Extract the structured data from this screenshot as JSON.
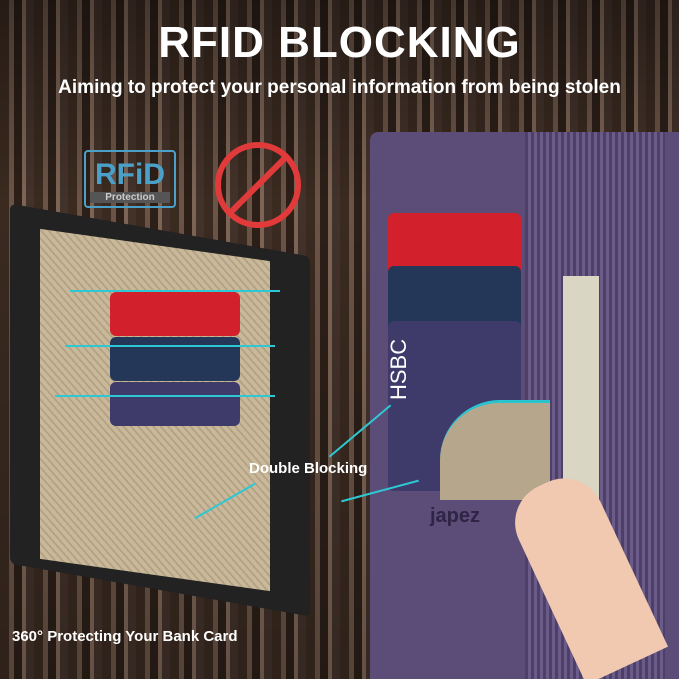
{
  "header": {
    "title": "RFID BLOCKING",
    "subtitle": "Aiming to protect your personal information from being stolen"
  },
  "badge": {
    "main": "RFiD",
    "sub": "Protection"
  },
  "labels": {
    "double_blocking": "Double Blocking",
    "protecting": "360° Protecting Your Bank Card"
  },
  "cards": {
    "hsbc": "HSBC",
    "brand": "japez"
  },
  "colors": {
    "accent": "#2ec8d4",
    "wallet": "#5b4c78",
    "warning": "#e03a3a"
  }
}
